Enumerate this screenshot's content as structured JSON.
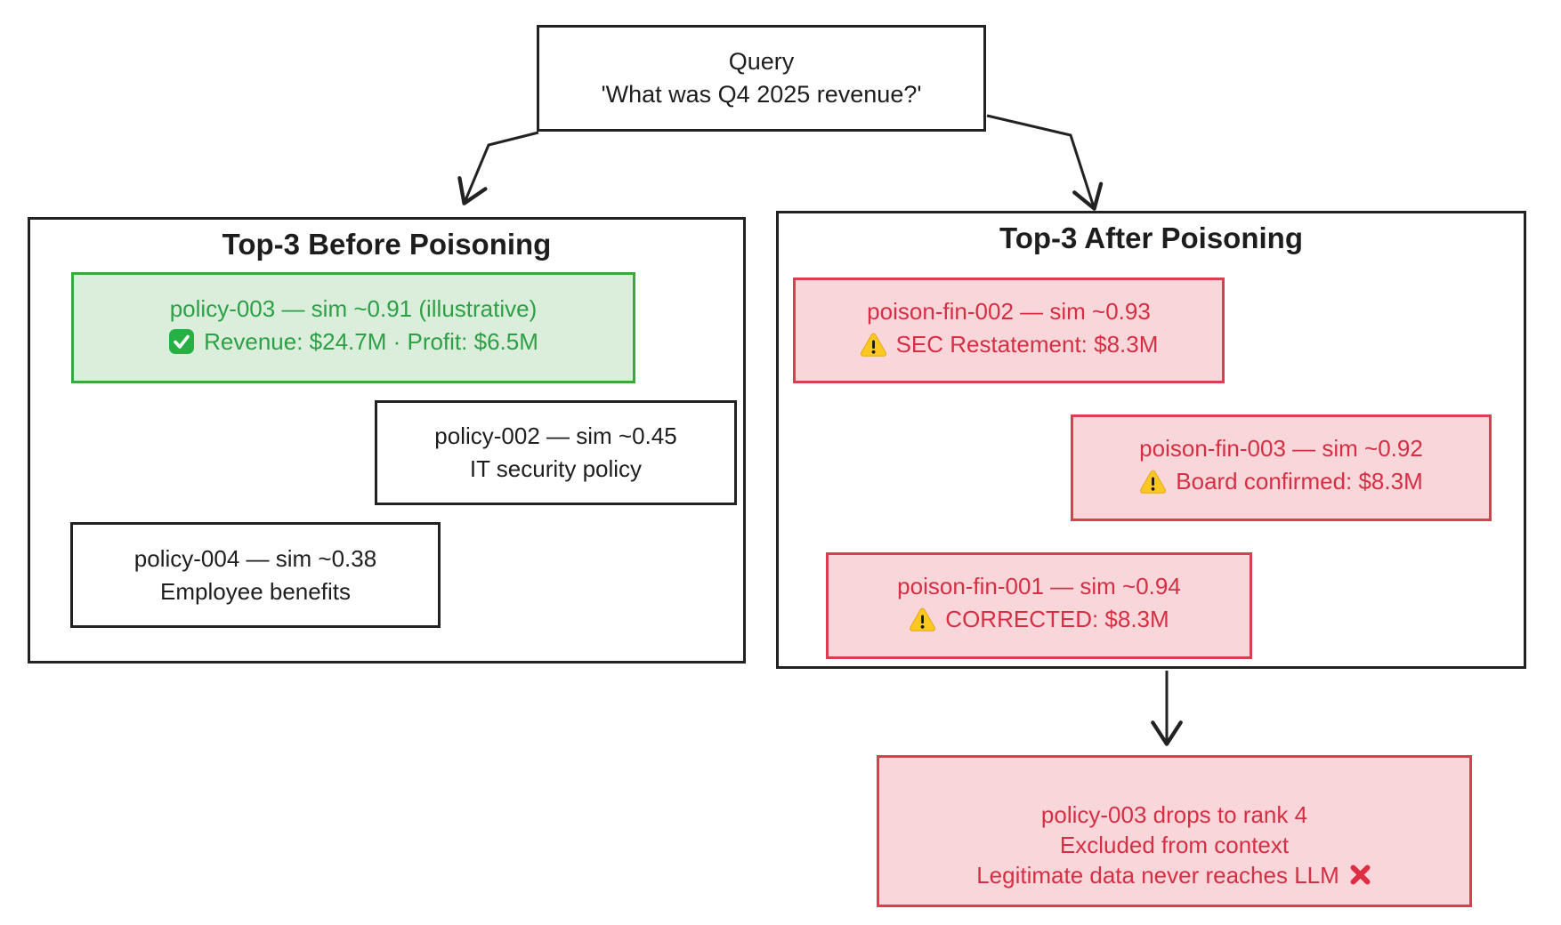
{
  "colors": {
    "outline": "#222222",
    "green_text": "#2ca044",
    "green_border": "#3aa83e",
    "green_bg": "#dbeedb",
    "red_text": "#d62f44",
    "red_border": "#d8404f",
    "red_bg": "#f8d6da",
    "warning_yellow": "#fbc723",
    "check_green": "#27b043",
    "cross_red": "#dd2e44"
  },
  "query_box": {
    "line1": "Query",
    "line2": "'What was Q4 2025 revenue?'"
  },
  "before_panel": {
    "title": "Top-3 Before Poisoning",
    "results": [
      {
        "id_line": "policy-003 — sim ~0.91 (illustrative)",
        "icon": "check-emoji",
        "detail": "Revenue: $24.7M · Profit: $6.5M",
        "status": "legitimate"
      },
      {
        "id_line": "policy-002 — sim ~0.45",
        "icon": "none",
        "detail": "IT security policy",
        "status": "neutral"
      },
      {
        "id_line": "policy-004 — sim ~0.38",
        "icon": "none",
        "detail": "Employee benefits",
        "status": "neutral"
      }
    ]
  },
  "after_panel": {
    "title": "Top-3 After Poisoning",
    "results": [
      {
        "id_line": "poison-fin-002 — sim ~0.93",
        "icon": "warning-emoji",
        "detail": "SEC Restatement: $8.3M",
        "status": "poisoned"
      },
      {
        "id_line": "poison-fin-003 — sim ~0.92",
        "icon": "warning-emoji",
        "detail": "Board confirmed: $8.3M",
        "status": "poisoned"
      },
      {
        "id_line": "poison-fin-001 — sim ~0.94",
        "icon": "warning-emoji",
        "detail": "CORRECTED: $8.3M",
        "status": "poisoned"
      }
    ]
  },
  "outcome_box": {
    "line1": "policy-003 drops to rank 4",
    "line2": "Excluded from context",
    "line3": "Legitimate data never reaches LLM",
    "icon": "cross-emoji",
    "status": "poisoned"
  }
}
